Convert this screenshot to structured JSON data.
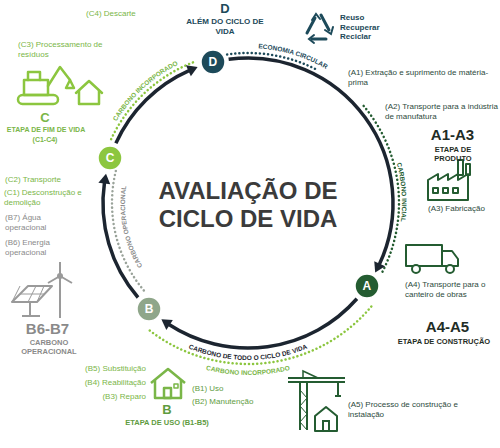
{
  "diagram": {
    "title": "AVALIAÇÃO DE CICLO DE VIDA",
    "nodes": [
      {
        "text": [
          "D"
        ]
      },
      {
        "text": [
          "A"
        ]
      },
      {
        "text": [
          "B"
        ]
      },
      {
        "text": [
          "C"
        ]
      }
    ],
    "edges": [
      {
        "from": 0,
        "to": 1,
        "arrow": "to"
      },
      {
        "from": 1,
        "to": 2,
        "arrow": "to"
      },
      {
        "from": 2,
        "to": 3,
        "arrow": "to"
      },
      {
        "from": 3,
        "to": 0,
        "arrow": "to"
      }
    ],
    "labels": [
      "D",
      "ALÉM DO CICLO DE VIDA",
      "Reuso Recuperar Reciclar",
      "ECONOMIA CIRCULAR",
      "(A1) Extração e suprimento de matéria-prima",
      "(A2) Transporte para a indústria de manufatura",
      "CARBONO INICIAL",
      "A1-A3",
      "ETAPA DE PRODUTO",
      "(A3) Fabricação",
      "(A4) Transporte para o canteiro de obras",
      "A4-A5",
      "ETAPA DE CONSTRUÇÃO",
      "(A5) Processo de construção e instalação",
      "CARBONO DE TODO O CICLO DE VIDA",
      "CARBONO INCORPORADO",
      "(B1) Uso",
      "(B2) Manutenção",
      "B",
      "ETAPA DE USO (B1-B5)",
      "(B3) Reparo",
      "(B4) Reabilitação",
      "(B5) Substituição",
      "B6-B7",
      "CARBONO OPERACIONAL",
      "CARBONO OPERACIONAL",
      "(B6) Energia operacional",
      "(B7) Água operacional",
      "(C1) Desconstrução e demolição",
      "(C2) Transporte",
      "C",
      "ETAPA DE FIM DE VIDA",
      "(C1-C4)",
      "CARBONO INCORPORADO",
      "(C3) Processamento de resíduos",
      "(C4) Descarte"
    ]
  }
}
